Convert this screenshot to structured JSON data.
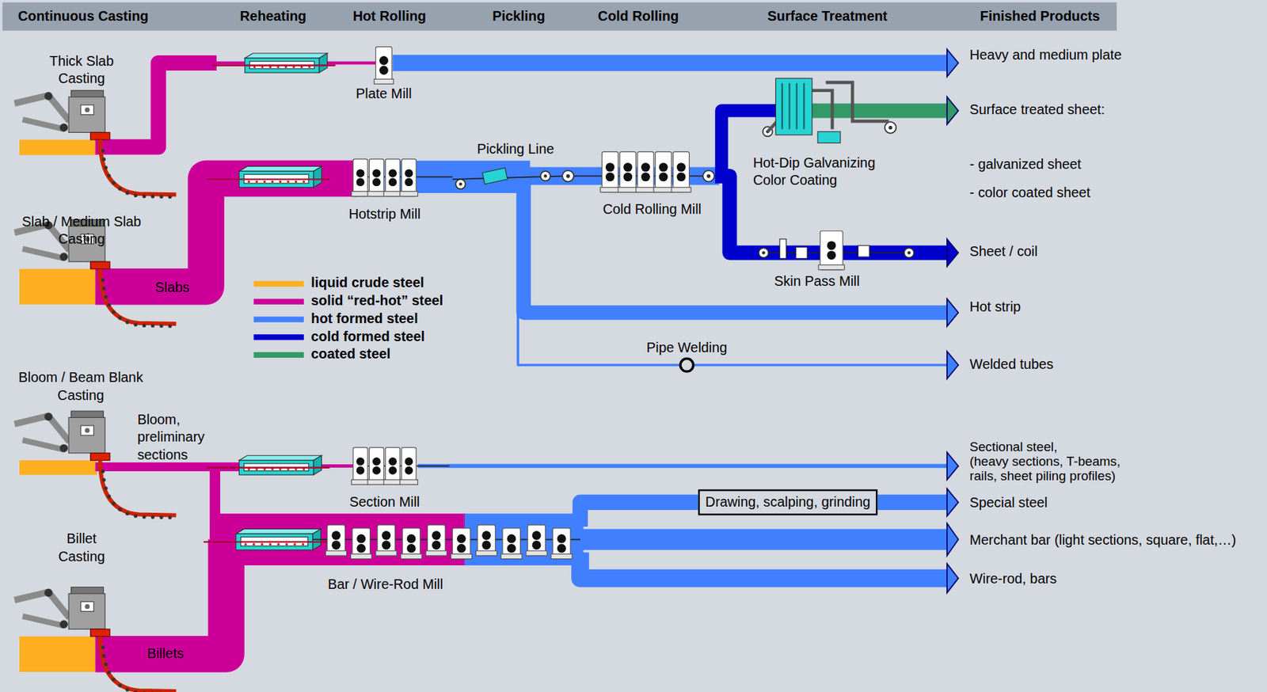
{
  "diagram": {
    "nodes": [
      {
        "text": [
          "Drawing, scalping, grinding"
        ]
      }
    ],
    "labels": [
      "Continuous Casting",
      "Reheating",
      "Hot Rolling",
      "Pickling",
      "Cold Rolling",
      "Surface Treatment",
      "Finished Products",
      "Thick Slab Casting",
      "Heavy and medium plate",
      "Plate Mill",
      "Pickling Line",
      "Surface treated sheet:",
      "Hot-Dip Galvanizing Color Coating",
      "- galvanized sheet",
      "Cold Rolling Mill",
      "- color coated sheet",
      "Slab / Medium Slab Casting",
      "Hotstrip Mill",
      "Sheet / coil",
      "Skin Pass Mill",
      "Slabs",
      "Hot strip",
      "Pipe Welding",
      "Welded tubes",
      "Bloom / Beam Blank Casting",
      "Bloom, preliminary sections",
      "Sectional steel,",
      "(heavy sections, T-beams,",
      "rails, sheet piling profiles)",
      "Section Mill",
      "Special steel",
      "Billet Casting",
      "Merchant bar (light sections, square, flat,…)",
      "Bar / Wire-Rod Mill",
      "Wire-rod, bars",
      "Billets"
    ],
    "legend": [
      {
        "text": "liquid crude steel",
        "color": "#ffb020"
      },
      {
        "text": "solid “red-hot” steel",
        "color": "#cc0099"
      },
      {
        "text": "hot formed steel",
        "color": "#4080ff"
      },
      {
        "text": "cold formed steel",
        "color": "#0000cc"
      },
      {
        "text": "coated steel",
        "color": "#339966"
      }
    ]
  }
}
